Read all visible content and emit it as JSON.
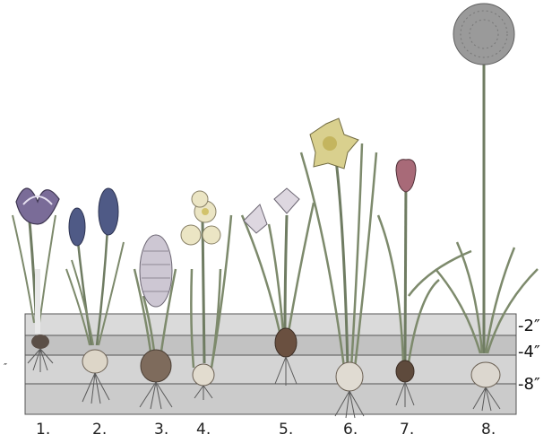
{
  "depth_markers": [
    {
      "label": "-2″",
      "inches": 2
    },
    {
      "label": "-4″",
      "inches": 4
    },
    {
      "label": "-8″",
      "inches": 8
    }
  ],
  "stray_mark": "″",
  "plants": [
    {
      "number": "1.",
      "name": "crocus",
      "flower_color": "#6a5a86"
    },
    {
      "number": "2.",
      "name": "grape hyacinth",
      "flower_color": "#4f5a86"
    },
    {
      "number": "3.",
      "name": "hyacinth",
      "flower_color": "#c9c3cf"
    },
    {
      "number": "4.",
      "name": "paperwhite narcissus",
      "flower_color": "#ece7c8"
    },
    {
      "number": "5.",
      "name": "star tulip",
      "flower_color": "#d9d3dc"
    },
    {
      "number": "6.",
      "name": "daffodil",
      "flower_color": "#d7cf8c"
    },
    {
      "number": "7.",
      "name": "tulip",
      "flower_color": "#b0697a"
    },
    {
      "number": "8.",
      "name": "allium",
      "flower_color": "#8e8e8e"
    }
  ],
  "colors": {
    "soil_band_light": "#d9d9d9",
    "soil_band_mid": "#c4c4c4",
    "soil_band_dark": "#b3b3b3",
    "stem": "#6f7c62",
    "bulb": "#9a8a78"
  }
}
